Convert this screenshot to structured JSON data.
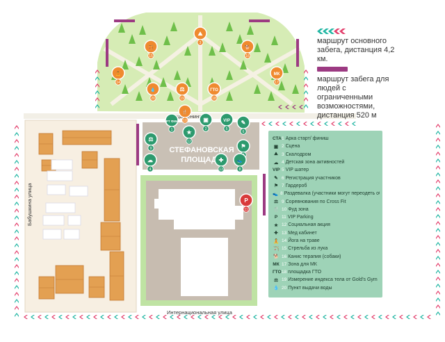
{
  "notes": {
    "main_route": {
      "color_a": "#1fb5a2",
      "color_b": "#e33f6c",
      "text": "маршрут основного забега, дистанция 4,2 км."
    },
    "accessible_route": {
      "color": "#9c3a82",
      "text": "маршрут забега для людей с ограниченными возможностями, дистанция 520 м"
    }
  },
  "streets": {
    "lenina": "улица Ленина",
    "babushkina": "Бабушкина улица",
    "internatsionalnaya": "Интернациональная улица"
  },
  "square_label": [
    "СТЕФАНОВСКАЯ",
    "ПЛОЩАДЬ"
  ],
  "markers": [
    {
      "num": "1",
      "glyph": "СТАРТ ФИНИШ"
    },
    {
      "num": "2",
      "glyph": "▣"
    },
    {
      "num": "3",
      "glyph": "⛰"
    },
    {
      "num": "4",
      "glyph": "☁"
    },
    {
      "num": "5",
      "glyph": "VIP"
    },
    {
      "num": "6",
      "glyph": "✎"
    },
    {
      "num": "7",
      "glyph": "⚑"
    },
    {
      "num": "8",
      "glyph": "👟"
    },
    {
      "num": "9",
      "glyph": "⚖"
    },
    {
      "num": "10",
      "glyph": "🍴"
    },
    {
      "num": "11",
      "glyph": "P"
    },
    {
      "num": "12",
      "glyph": "★"
    },
    {
      "num": "13",
      "glyph": "✚"
    },
    {
      "num": "14",
      "glyph": "🧘"
    },
    {
      "num": "15",
      "glyph": "🏹"
    },
    {
      "num": "16",
      "glyph": "🐕"
    },
    {
      "num": "17",
      "glyph": "МК"
    },
    {
      "num": "18",
      "glyph": "ГТО"
    },
    {
      "num": "19",
      "glyph": "⚖"
    },
    {
      "num": "20",
      "glyph": "💧"
    }
  ],
  "legend": [
    {
      "icon": "СТАРТ ФИНИШ",
      "num": "1",
      "label": "Арка старт/ финиш"
    },
    {
      "icon": "▣",
      "num": "2",
      "label": "Сцена"
    },
    {
      "icon": "⛰",
      "num": "3",
      "label": "Скалодром"
    },
    {
      "icon": "☁",
      "num": "4",
      "label": "Детская зона активностей"
    },
    {
      "icon": "VIP",
      "num": "5",
      "label": "VIP шатер"
    },
    {
      "icon": "✎",
      "num": "6",
      "label": "Регистрация участников"
    },
    {
      "icon": "⚑",
      "num": "7",
      "label": "Гардероб"
    },
    {
      "icon": "👟",
      "num": "8",
      "label": "Раздевалка (участники могут переодеть обувь)"
    },
    {
      "icon": "⚖",
      "num": "9",
      "label": "Соревнования по Cross Fit"
    },
    {
      "icon": "🍴",
      "num": "10",
      "label": "Фуд зона"
    },
    {
      "icon": "P",
      "num": "11",
      "label": "VIP Parking"
    },
    {
      "icon": "★",
      "num": "12",
      "label": "Социальная акция"
    },
    {
      "icon": "✚",
      "num": "13",
      "label": "Мед кабинет"
    },
    {
      "icon": "🧘",
      "num": "14",
      "label": "Йога на траве"
    },
    {
      "icon": "🏹",
      "num": "15",
      "label": "Стрельба из лука"
    },
    {
      "icon": "🐕",
      "num": "16",
      "label": "Канис терапия (собаки)"
    },
    {
      "icon": "МК",
      "num": "17",
      "label": "Зона для МК"
    },
    {
      "icon": "ГТО",
      "num": "18",
      "label": "площадка ГТО"
    },
    {
      "icon": "⚖",
      "num": "19",
      "label": "Измерение индекса тела от Gold's Gym"
    },
    {
      "icon": "💧",
      "num": "20",
      "label": "Пункт выдачи воды"
    }
  ],
  "colors": {
    "park_green": "#d6ecb5",
    "tree": "#6fbf4a",
    "building": "#e3a052",
    "building_dark": "#c17a33",
    "plaza": "#c9c0b5",
    "marker_green": "#2d9a6e",
    "marker_orange": "#ef8a2f",
    "parking_red": "#d93a3a",
    "legend_bg": "#9ed3b7"
  }
}
